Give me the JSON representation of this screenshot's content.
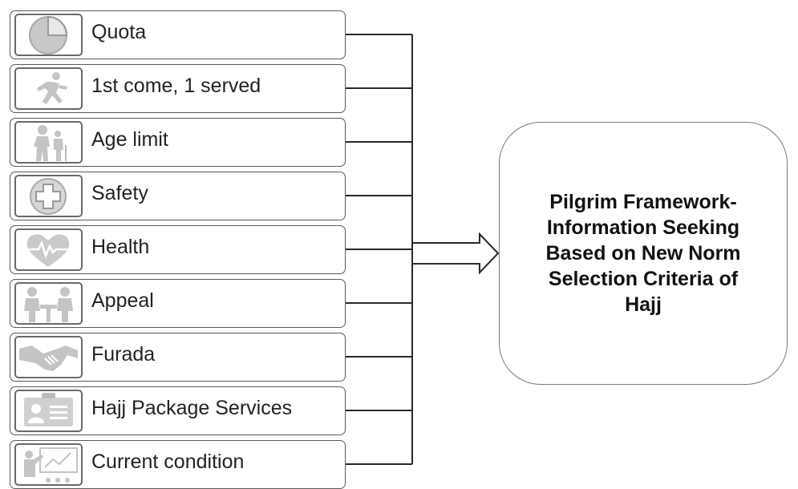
{
  "criteria": [
    {
      "label": "Quota",
      "icon": "pie-chart-icon"
    },
    {
      "label": "1st come, 1 served",
      "icon": "running-person-icon"
    },
    {
      "label": "Age limit",
      "icon": "elderly-person-icon"
    },
    {
      "label": "Safety",
      "icon": "medical-cross-icon"
    },
    {
      "label": "Health",
      "icon": "heart-pulse-icon"
    },
    {
      "label": "Appeal",
      "icon": "meeting-icon"
    },
    {
      "label": "Furada",
      "icon": "handshake-icon"
    },
    {
      "label": "Hajj Package Services",
      "icon": "id-card-icon"
    },
    {
      "label": "Current condition",
      "icon": "presentation-icon"
    }
  ],
  "target": {
    "lines": [
      "Pilgrim Framework-",
      "Information Seeking",
      "Based on New Norm",
      "Selection Criteria of",
      "Hajj"
    ]
  },
  "colors": {
    "icon_gray": "#c4c4c4",
    "stroke": "#333333"
  }
}
